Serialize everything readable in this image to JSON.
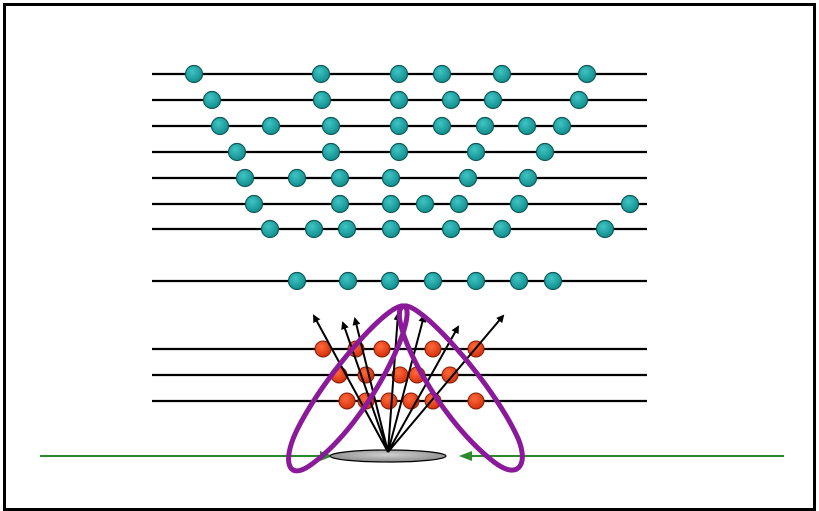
{
  "colors": {
    "frame": "#000000",
    "wire": "#000000",
    "outer_hit": "#1a9b9b",
    "outer_hit_stroke": "#0d5a5a",
    "inner_hit": "#e8401c",
    "inner_hit_stroke": "#8a1e08",
    "beamline": "#2b8a2b",
    "track_arrow": "#000000",
    "selection": "#8a1a9a",
    "interaction_region": "#a8a8a8"
  },
  "icons": {
    "outer_hit": "teal-circle",
    "inner_hit": "red-circle",
    "beam_arrow": "green-arrowhead",
    "track": "black-arrow"
  },
  "outer_layers": [
    [
      194,
      321,
      399,
      442,
      502,
      587
    ],
    [
      212,
      322,
      399,
      451,
      493,
      579
    ],
    [
      220,
      271,
      331,
      399,
      442,
      485,
      527,
      562
    ],
    [
      237,
      331,
      399,
      476,
      545
    ],
    [
      245,
      297,
      340,
      391,
      468,
      528
    ],
    [
      254,
      340,
      391,
      425,
      459,
      519,
      630
    ],
    [
      270,
      314,
      347,
      391,
      451,
      502,
      605
    ],
    [
      297,
      348,
      390,
      433,
      476,
      519,
      553
    ]
  ],
  "inner_layers": [
    [
      323,
      356,
      382,
      433,
      476
    ],
    [
      339,
      366,
      400,
      417,
      450
    ],
    [
      347,
      366,
      389,
      411,
      433,
      476
    ]
  ],
  "track_directions": [
    [
      314,
      316
    ],
    [
      343,
      323
    ],
    [
      355,
      319
    ],
    [
      398,
      314
    ],
    [
      424,
      316
    ],
    [
      458,
      327
    ],
    [
      503,
      316
    ]
  ]
}
